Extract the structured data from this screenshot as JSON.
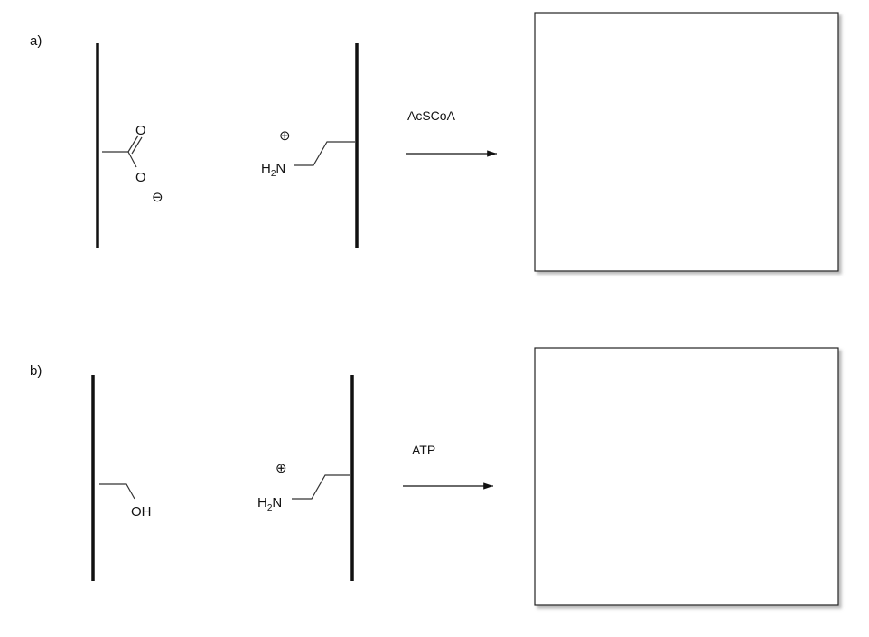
{
  "part_a": {
    "label": "a)",
    "left_group": {
      "atoms": [
        "O",
        "O"
      ],
      "charge": "⊖"
    },
    "right_group": {
      "amine": "H",
      "sub": "2",
      "n": "N",
      "charge": "⊕"
    },
    "reagent": "AcSCoA"
  },
  "part_b": {
    "label": "b)",
    "left_group": {
      "atom": "OH"
    },
    "right_group": {
      "amine": "H",
      "sub": "2",
      "n": "N",
      "charge": "⊕"
    },
    "reagent": "ATP"
  }
}
